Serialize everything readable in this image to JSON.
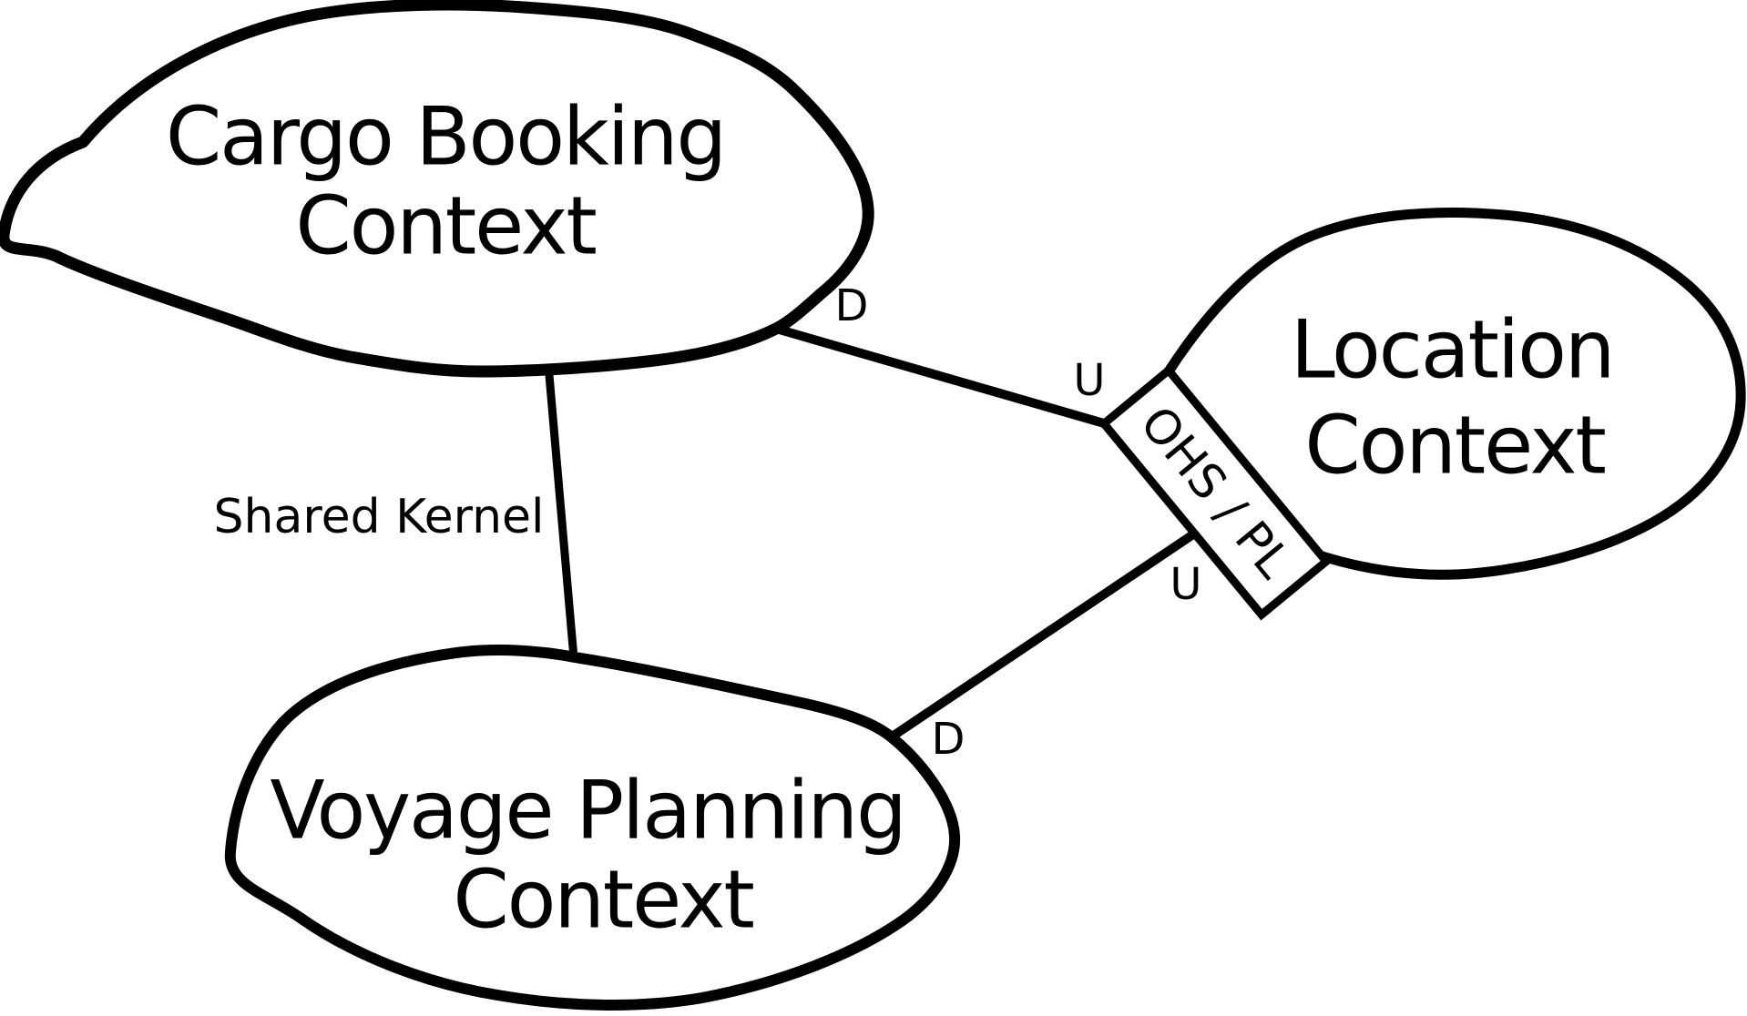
{
  "diagram": {
    "kind": "bounded-context-map",
    "colors": {
      "background": "#ffffff",
      "stroke": "#000000",
      "text": "#000000"
    },
    "contexts": {
      "cargo": {
        "label": "Cargo Booking Context",
        "line1": "Cargo Booking",
        "line2": "Context"
      },
      "location": {
        "label": "Location Context",
        "line1": "Location",
        "line2": "Context"
      },
      "voyage": {
        "label": "Voyage Planning Context",
        "line1": "Voyage Planning",
        "line2": "Context"
      }
    },
    "relationships": {
      "shared_kernel": {
        "from": "cargo",
        "to": "voyage",
        "label": "Shared Kernel"
      },
      "cargo_location": {
        "from": "cargo",
        "to": "location",
        "downstream_label": "D",
        "upstream_label": "U"
      },
      "voyage_location": {
        "from": "voyage",
        "to": "location",
        "downstream_label": "D",
        "upstream_label": "U"
      },
      "ohs_pl": {
        "label": "OHS / PL"
      }
    }
  }
}
